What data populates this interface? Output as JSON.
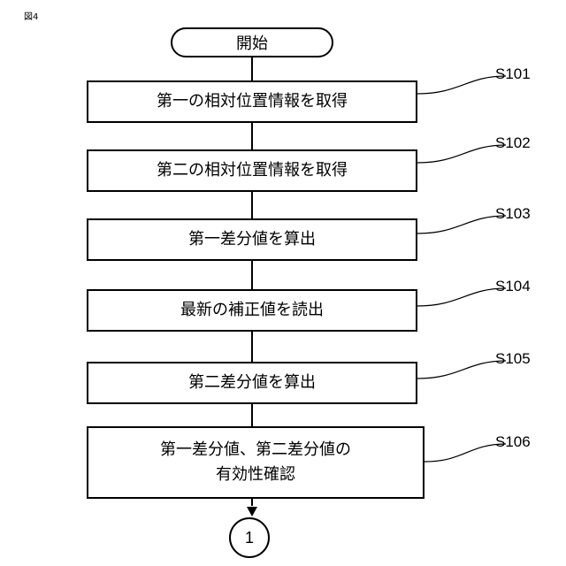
{
  "figure_label": "図4",
  "start_label": "開始",
  "steps": [
    {
      "id": "S101",
      "text": "第一の相対位置情報を取得"
    },
    {
      "id": "S102",
      "text": "第二の相対位置情報を取得"
    },
    {
      "id": "S103",
      "text": "第一差分値を算出"
    },
    {
      "id": "S104",
      "text": "最新の補正値を読出"
    },
    {
      "id": "S105",
      "text": "第二差分値を算出"
    },
    {
      "id": "S106",
      "text_line1": "第一差分値、第二差分値の",
      "text_line2": "有効性確認"
    }
  ],
  "connector_label": "1"
}
